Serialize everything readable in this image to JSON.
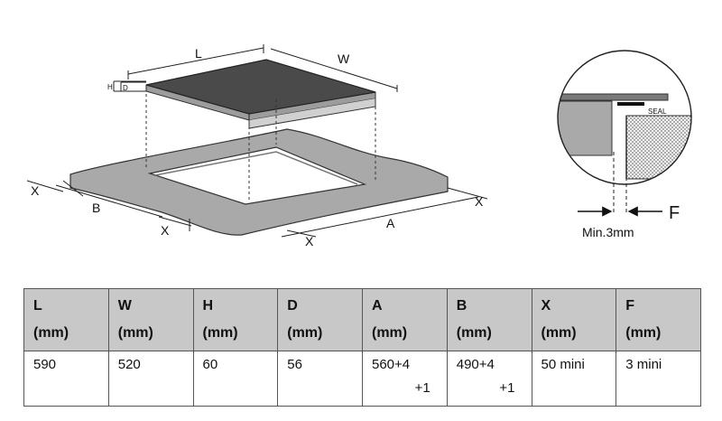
{
  "diagram": {
    "labels": {
      "L": "L",
      "W": "W",
      "H": "H",
      "D": "D",
      "X": "X",
      "B": "B",
      "A": "A",
      "seal": "SEAL",
      "min": "Min.3mm",
      "F": "F"
    },
    "colors": {
      "worktop": "#a9a9a9",
      "hob_glass": "#4a4a4a",
      "hob_frame": "#9c9c9c",
      "line": "#222222"
    }
  },
  "table": {
    "headers": [
      {
        "symbol": "L",
        "unit": "(mm)"
      },
      {
        "symbol": "W",
        "unit": "(mm)"
      },
      {
        "symbol": "H",
        "unit": "(mm)"
      },
      {
        "symbol": "D",
        "unit": "(mm)"
      },
      {
        "symbol": "A",
        "unit": "(mm)"
      },
      {
        "symbol": "B",
        "unit": "(mm)"
      },
      {
        "symbol": "X",
        "unit": "(mm)"
      },
      {
        "symbol": "F",
        "unit": "(mm)"
      }
    ],
    "values": [
      {
        "line1": "590",
        "line2": ""
      },
      {
        "line1": "520",
        "line2": ""
      },
      {
        "line1": "60",
        "line2": ""
      },
      {
        "line1": "56",
        "line2": ""
      },
      {
        "line1": "560+4",
        "line2": "+1"
      },
      {
        "line1": "490+4",
        "line2": "+1"
      },
      {
        "line1": "50 mini",
        "line2": ""
      },
      {
        "line1": "3 mini",
        "line2": ""
      }
    ]
  }
}
